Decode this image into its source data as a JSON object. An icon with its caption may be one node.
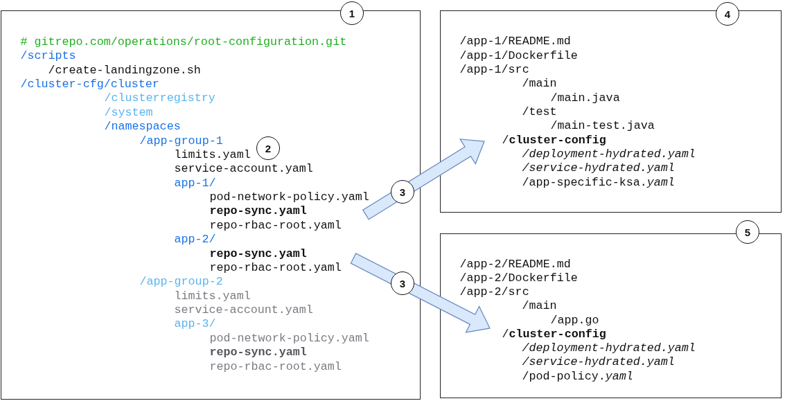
{
  "diagram": {
    "nodes": [
      {
        "text": [
          "# gitrepo.com/operations/root-configuration.git",
          "/scripts",
          "/create-landingzone.sh",
          "/cluster-cfg/cluster",
          "/clusterregistry",
          "/system",
          "/namespaces",
          "/app-group-1",
          "limits.yaml",
          "service-account.yaml",
          "app-1/",
          "pod-network-policy.yaml",
          "repo-sync.yaml",
          "repo-rbac-root.yaml",
          "app-2/",
          "repo-sync.yaml",
          "repo-rbac-root.yaml",
          "/app-group-2",
          "limits.yaml",
          "service-account.yaml",
          "app-3/",
          "pod-network-policy.yaml",
          "repo-sync.yaml",
          "repo-rbac-root.yaml"
        ]
      },
      {
        "text": [
          "/app-1/README.md",
          "/app-1/Dockerfile",
          "/app-1/src",
          "/main",
          "/main.java",
          "/test",
          "/main-test.java",
          "/**cluster-config**",
          "/deployment-hydrated.yaml",
          "/service-hydrated.yaml",
          "/app-specific-ksa.*yaml*"
        ]
      },
      {
        "text": [
          "/app-2/README.md",
          "/app-2/Dockerfile",
          "/app-2/src",
          "/main",
          "/app.go",
          "/**cluster-config**",
          "/deployment-hydrated.yaml",
          "/service-hydrated.yaml",
          "/pod-policy.*yaml*"
        ]
      }
    ],
    "edges": [
      {
        "from": 0,
        "to": 1,
        "arrow": "to",
        "label": "3"
      },
      {
        "from": 0,
        "to": 2,
        "arrow": "to",
        "label": "3"
      }
    ],
    "labels": [
      "1",
      "2",
      "4",
      "5"
    ]
  }
}
